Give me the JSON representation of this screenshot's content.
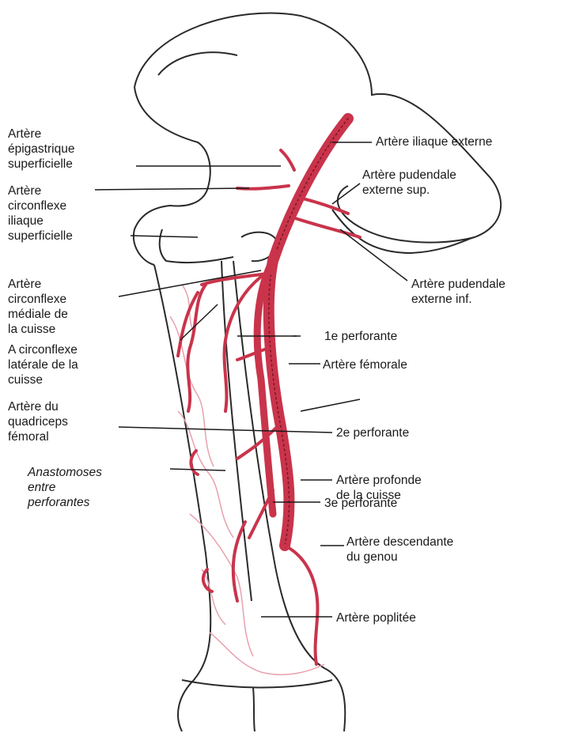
{
  "labels": {
    "epigastrique": "Artère\népigastrique\nsuperficielle",
    "circonflexe_iliaque": "Artère\ncirconflexe\niliaque\nsuperficielle",
    "circonflexe_mediale": "Artère\ncirconflexe\nmédiale de\nla cuisse",
    "circonflexe_laterale": "A circonflexe\nlatérale de la\ncuisse",
    "quadriceps": "Artère du\nquadriceps\nfémoral",
    "anastomoses": "Anastomoses\nentre\nperforantes",
    "iliaque_externe": "Artère iliaque externe",
    "pudendale_sup": "Artère pudendale\nexterne sup.",
    "pudendale_inf": "Artère pudendale\nexterne inf.",
    "perforante_1": "1e perforante",
    "femorale": "Artère fémorale",
    "perforante_2": "2e perforante",
    "profonde": "Artère profonde\nde la cuisse",
    "perforante_3": "3e perforante",
    "descendante_genou": "Artère descendante\ndu genou",
    "poplitee": "Artère poplitée"
  },
  "colors": {
    "artery_main": "#c9344b",
    "artery_light": "#e07b8c",
    "outline": "#2a2a2a",
    "leader": "#1a1a1a"
  }
}
